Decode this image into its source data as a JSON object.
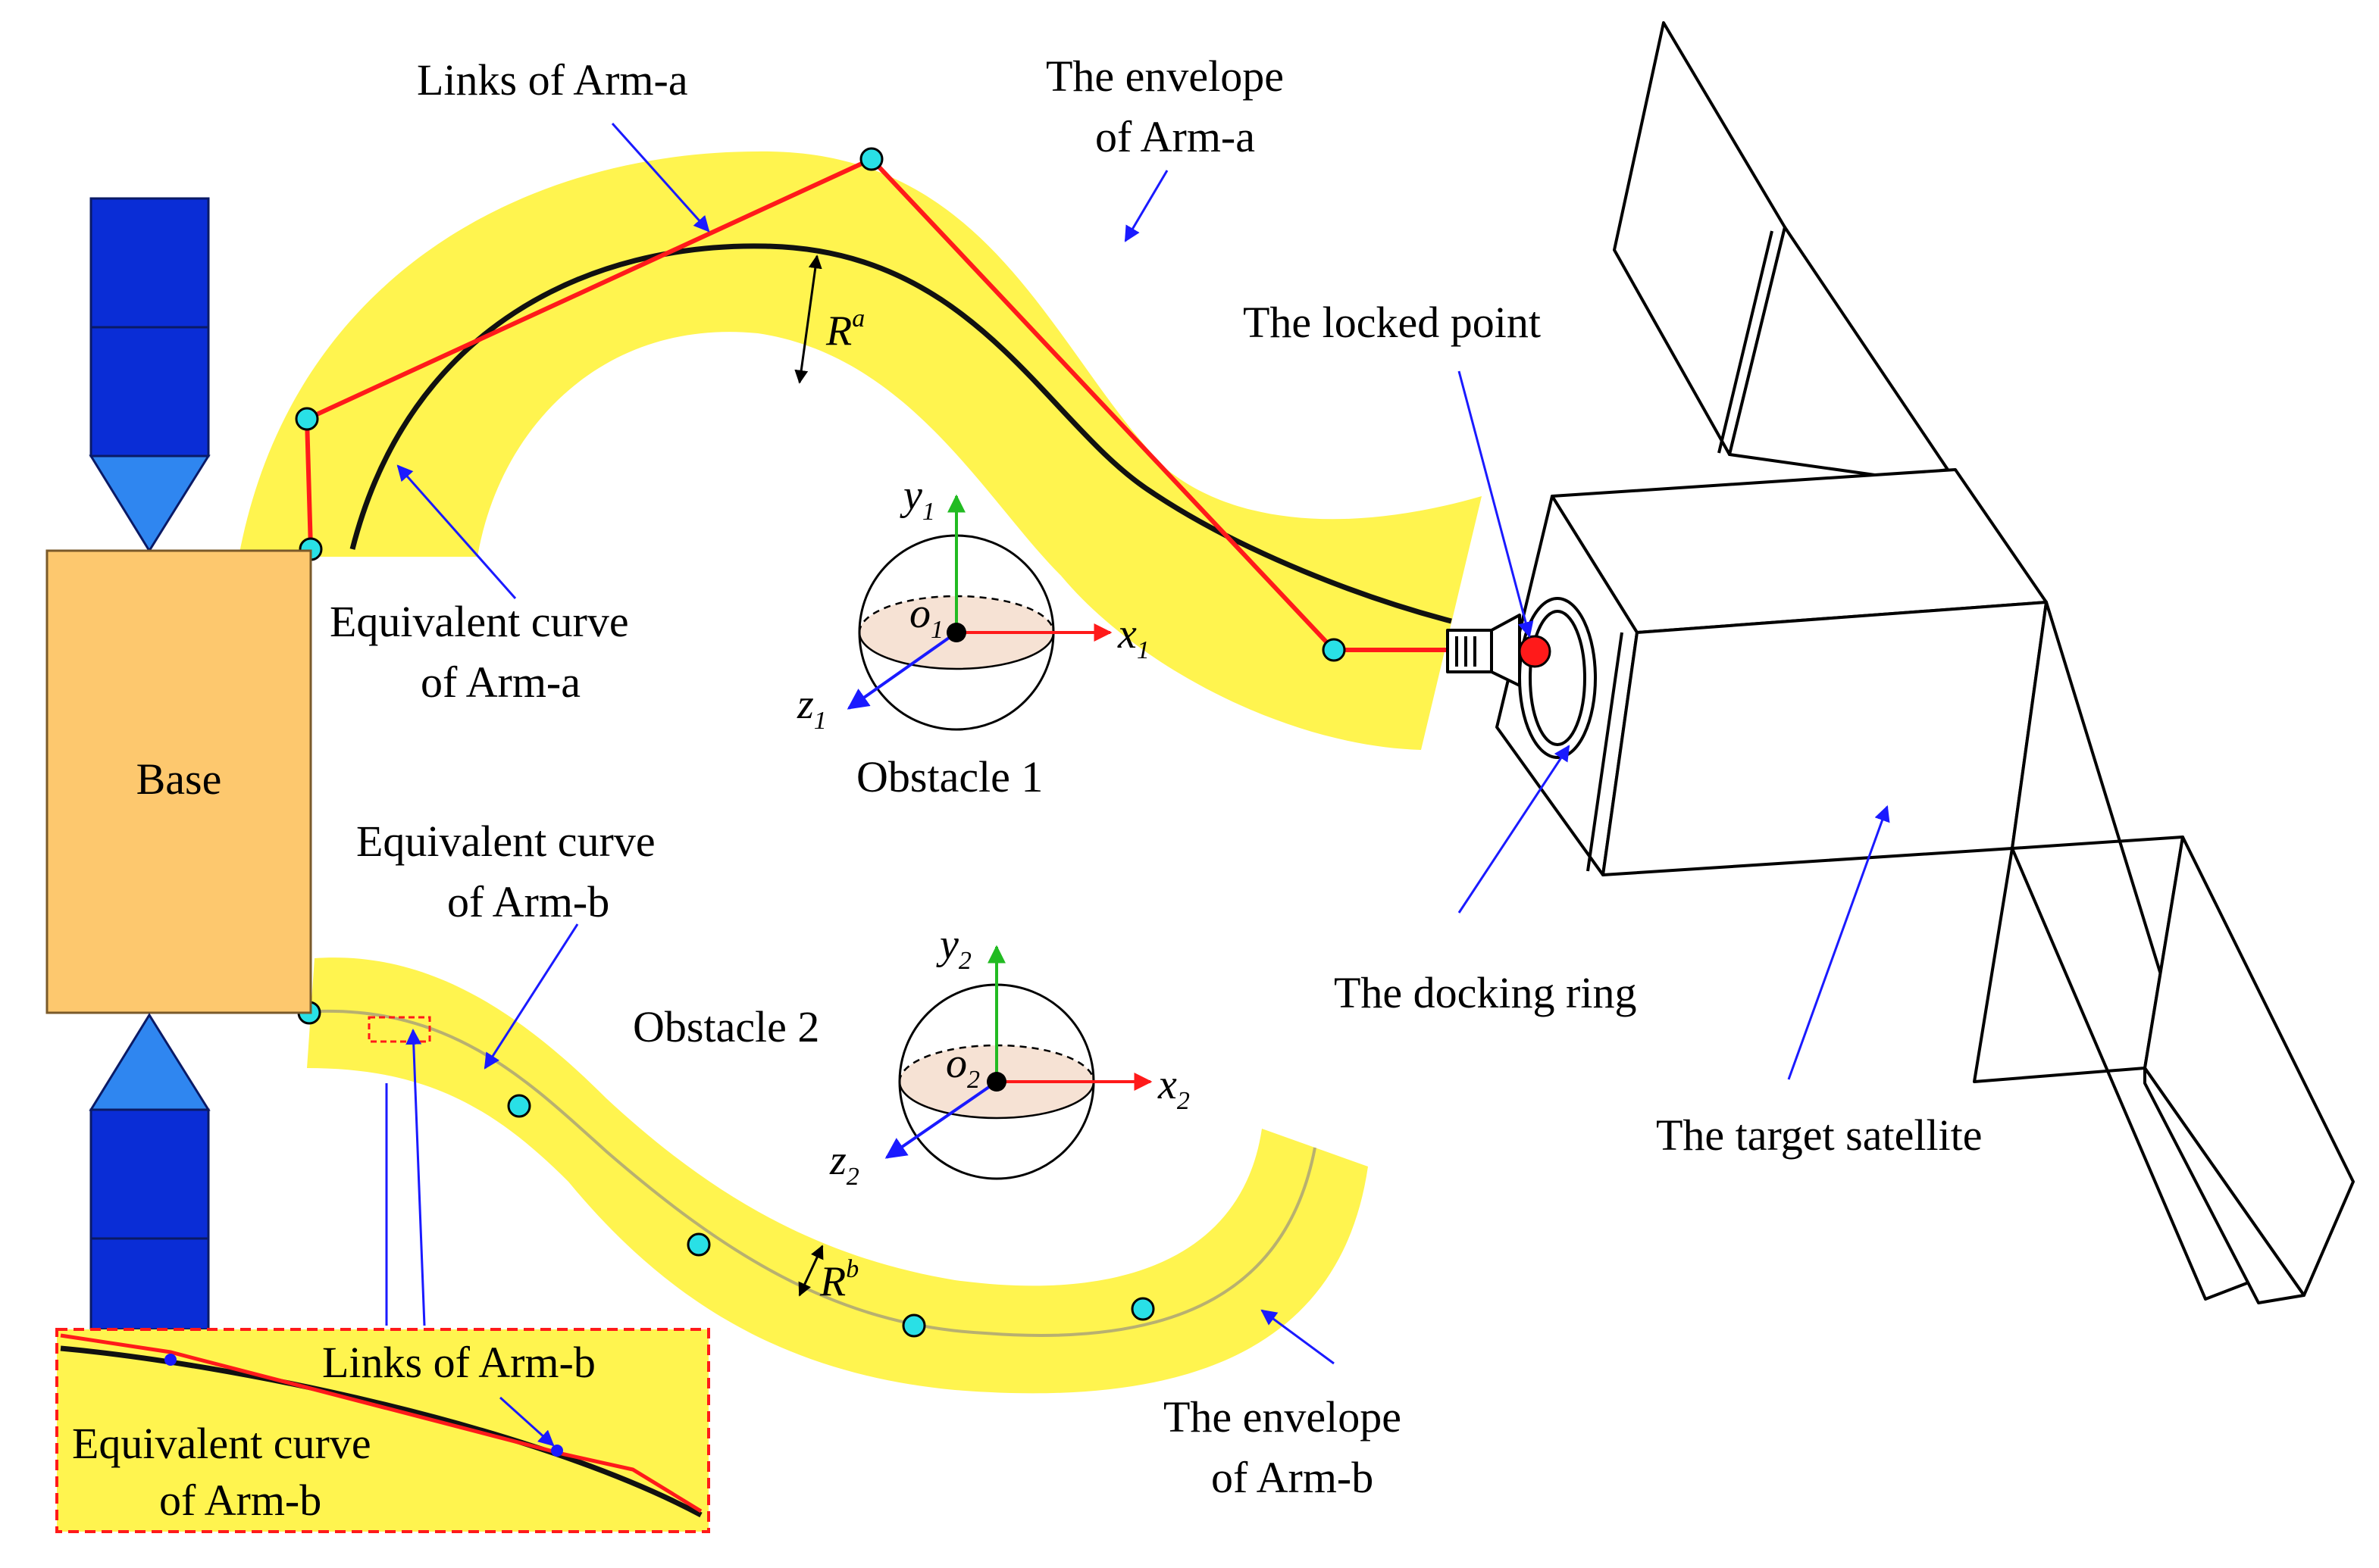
{
  "labels": {
    "base": "Base",
    "links_arm_a": "Links of Arm-a",
    "envelope_arm_a_1": "The envelope",
    "envelope_arm_a_2": "of Arm-a",
    "locked_point": "The locked point",
    "equiv_curve_a_1": "Equivalent curve",
    "equiv_curve_a_2": "of Arm-a",
    "obstacle1": "Obstacle 1",
    "equiv_curve_b_1": "Equivalent curve",
    "equiv_curve_b_2": "of Arm-b",
    "obstacle2": "Obstacle 2",
    "docking_ring": "The docking ring",
    "target_satellite": "The target satellite",
    "envelope_arm_b_1": "The envelope",
    "envelope_arm_b_2": "of Arm-b",
    "inset_links_b": "Links of Arm-b",
    "inset_equiv_1": "Equivalent curve",
    "inset_equiv_2": "of Arm-b"
  },
  "math": {
    "ra": "R",
    "ra_sup": "a",
    "rb": "R",
    "rb_sup": "b",
    "y1": "y",
    "y1_sub": "1",
    "x1": "x",
    "x1_sub": "1",
    "z1": "z",
    "z1_sub": "1",
    "o1": "o",
    "o1_sub": "1",
    "y2": "y",
    "y2_sub": "2",
    "x2": "x",
    "x2_sub": "2",
    "z2": "z",
    "z2_sub": "2",
    "o2": "o",
    "o2_sub": "2"
  },
  "colors": {
    "envelope": "#fff44f",
    "base": "#fdc86e",
    "solar_dark": "#0a2dd6",
    "solar_light": "#2f86f0",
    "links": "#ff1a1a",
    "joint": "#29e0e6",
    "pointer": "#1a1aff",
    "axis_x": "#ff1a1a",
    "axis_y": "#22bb22",
    "axis_z": "#1a1aff",
    "sphere_band": "#f6e2d4"
  }
}
